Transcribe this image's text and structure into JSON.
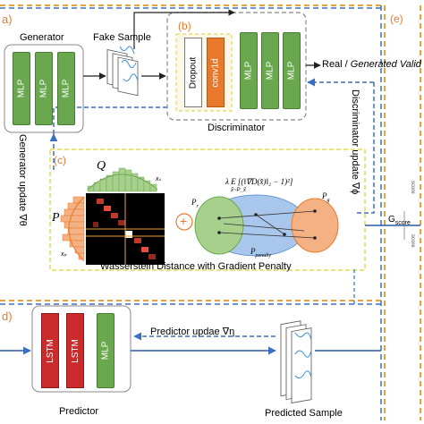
{
  "section_a": {
    "label": "a)",
    "generator_title": "Generator",
    "layers": [
      "MLP",
      "MLP",
      "MLP"
    ]
  },
  "fake_sample": "Fake Sample",
  "section_b": {
    "label": "(b)",
    "layers": [
      "Dropout",
      "conv1d",
      "MLP",
      "MLP",
      "MLP"
    ],
    "title": "Discriminator"
  },
  "output_text": {
    "prefix": "Real / ",
    "suffix": "Generated Valid"
  },
  "discriminator_update": "Discriminator update ∇ϕ",
  "generator_update": "Generator update ∇θ",
  "section_c": {
    "label": "(c)",
    "q_label": "Q",
    "p_label": "P",
    "xs_label": "xₛ",
    "xp_label": "xₚ",
    "plus": "+",
    "penalty_formula": "λ E [(‖∇D(x̂)‖₂ − 1)²]",
    "penalty_sub": "x̂~P_x̂",
    "pr_label": "P",
    "pr_sub": "r",
    "pg_label": "P",
    "pg_sub": "g",
    "ppenalty_label": "P",
    "ppenalty_sub": "penalty",
    "caption": "Wasserstein Distance with Gradient Penalty"
  },
  "section_d": {
    "label": "d)",
    "layers": [
      "LSTM",
      "LSTM",
      "MLP"
    ],
    "title": "Predictor"
  },
  "predictor_update": "Predictor updae ∇η",
  "predicted_sample": "Predicted Sample",
  "section_e": {
    "label": "(e)",
    "gscore": "G",
    "gscore_sub": "score",
    "side_text": "score"
  },
  "colors": {
    "orange_dash": "#e8a23a",
    "blue_dash": "#3b6fc1",
    "mlp_green": "#6aa84f",
    "lstm_red": "#cc2b2b",
    "conv_orange": "#e8792b",
    "yellow_dash": "#d9d23a"
  }
}
